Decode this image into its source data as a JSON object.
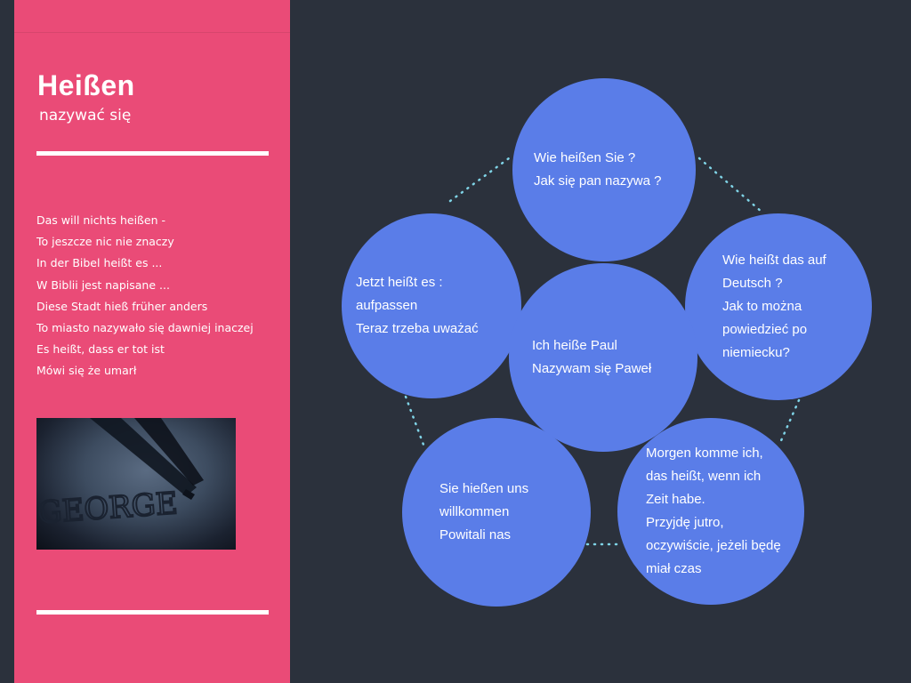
{
  "sidebar": {
    "title": "Heißen",
    "subtitle": "nazywać się",
    "phrases": [
      "Das will nichts heißen -",
      "To jeszcze nic nie znaczy",
      "In der Bibel heißt es ...",
      "W Biblii jest napisane ...",
      "Diese Stadt hieß früher anders",
      "To miasto nazywało się dawniej inaczej",
      "Es heißt, dass er tot ist",
      "Mówi się że umarł"
    ],
    "photo": {
      "caption": "GEORGE"
    }
  },
  "diagram": {
    "center": "Ich heiße Paul\nNazywam się Paweł",
    "top": "Wie heißen Sie ?\nJak się pan nazywa ?",
    "right": "Wie heißt das auf\nDeutsch ?\nJak to można\npowiedzieć po\nniemiecku?",
    "bottom_right": "Morgen komme ich,\ndas heißt, wenn ich\nZeit habe.\nPrzyjdę jutro,\noczywiście, jeżeli będę\nmiał czas",
    "bottom_left": "Sie hießen uns\nwillkommen\nPowitali nas",
    "left": "Jetzt heißt es :\naufpassen\nTeraz trzeba uważać"
  },
  "colors": {
    "background": "#2b313c",
    "sidebar": "#ea4b77",
    "circle": "#5a7de8",
    "connector": "#7fd3e6"
  }
}
